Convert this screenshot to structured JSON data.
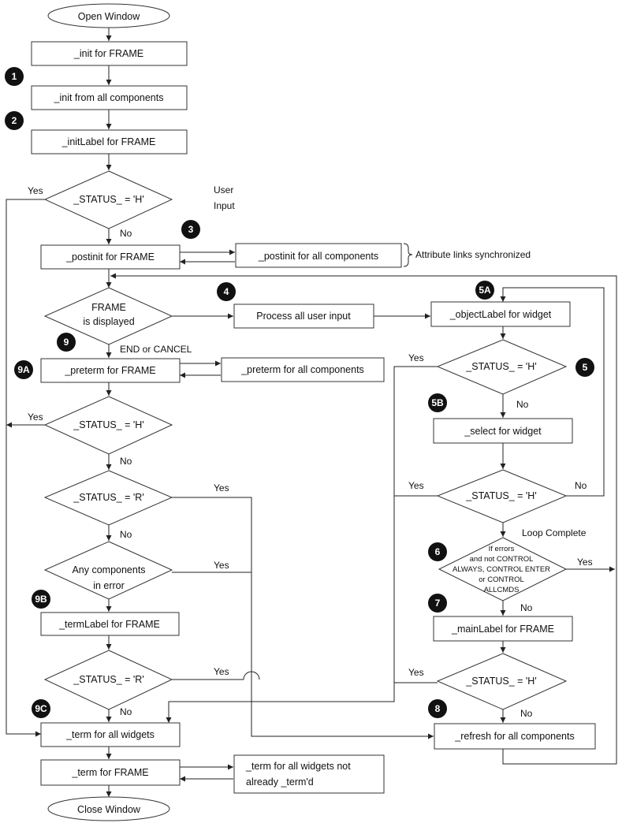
{
  "terminals": {
    "start": "Open Window",
    "end": "Close Window"
  },
  "boxes": {
    "init_frame": "_init for FRAME",
    "init_components": "_init from all components",
    "initlabel_frame": "_initLabel for FRAME",
    "postinit_frame": "_postinit for FRAME",
    "postinit_components": "_postinit for all components",
    "process_input": "Process all user input",
    "objectlabel_widget": "_objectLabel for widget",
    "select_widget": "_select for widget",
    "mainlabel_frame": "_mainLabel for FRAME",
    "refresh_components": "_refresh for all components",
    "preterm_frame": "_preterm for FRAME",
    "preterm_components": "_preterm for all components",
    "termlabel_frame": "_termLabel for FRAME",
    "term_widgets": "_term for all widgets",
    "term_frame": "_term for FRAME",
    "term_widgets_not_line1": "_term for all widgets not",
    "term_widgets_not_line2": "already _term'd"
  },
  "diamonds": {
    "status_h": "_STATUS_ = 'H'",
    "status_r": "_STATUS_ = 'R'",
    "frame_displayed_line1": "FRAME",
    "frame_displayed_line2": "is displayed",
    "any_error_line1": "Any components",
    "any_error_line2": "in error",
    "errors_line1": "If errors",
    "errors_line2": "and not CONTROL",
    "errors_line3": "ALWAYS, CONTROL ENTER",
    "errors_line4": "or CONTROL",
    "errors_line5": "ALLCMDS"
  },
  "labels": {
    "yes": "Yes",
    "no": "No",
    "user_input_line1": "User",
    "user_input_line2": "Input",
    "attribute_links": "Attribute links synchronized",
    "end_or_cancel": "END or CANCEL",
    "loop_complete": "Loop Complete"
  },
  "badges": {
    "b1": "1",
    "b2": "2",
    "b3": "3",
    "b4": "4",
    "b5": "5",
    "b5a": "5A",
    "b5b": "5B",
    "b6": "6",
    "b7": "7",
    "b8": "8",
    "b9": "9",
    "b9a": "9A",
    "b9b": "9B",
    "b9c": "9C"
  }
}
